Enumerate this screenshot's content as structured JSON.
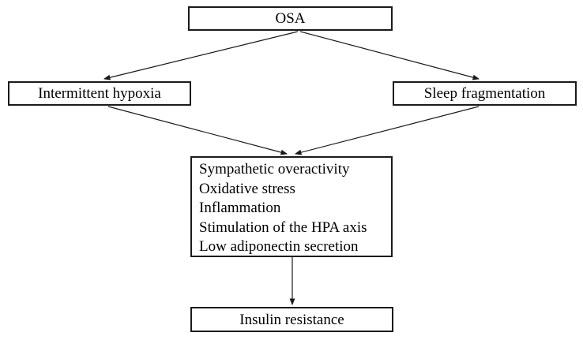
{
  "diagram": {
    "title": "OSA to insulin resistance pathway flowchart",
    "nodes": {
      "osa": {
        "label": "OSA"
      },
      "intermittent_hypoxia": {
        "label": "Intermittent hypoxia"
      },
      "sleep_fragmentation": {
        "label": "Sleep fragmentation"
      },
      "mechanisms": {
        "lines": [
          "Sympathetic overactivity",
          "Oxidative stress",
          "Inflammation",
          "Stimulation of the HPA axis",
          "Low adiponectin secretion"
        ]
      },
      "insulin_resistance": {
        "label": "Insulin resistance"
      }
    },
    "edges": [
      {
        "from": "OSA",
        "to": "Intermittent hypoxia"
      },
      {
        "from": "OSA",
        "to": "Sleep fragmentation"
      },
      {
        "from": "Intermittent hypoxia",
        "to": "mechanisms box"
      },
      {
        "from": "Sleep fragmentation",
        "to": "mechanisms box"
      },
      {
        "from": "mechanisms box",
        "to": "Insulin resistance"
      }
    ],
    "colors": {
      "background": "#ffffff",
      "border": "#1a1a1a",
      "text": "#000000",
      "arrow": "#1a1a1a"
    }
  }
}
